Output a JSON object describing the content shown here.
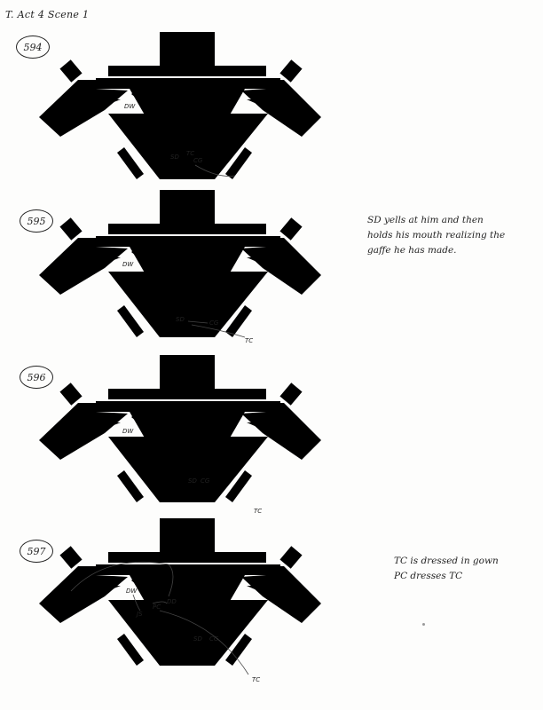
{
  "header": {
    "title": "T. Act 4 Scene 1"
  },
  "panels": [
    {
      "number": "594",
      "labels": [
        "SD",
        "TC",
        "CG",
        "DW"
      ],
      "note_lines": []
    },
    {
      "number": "595",
      "labels": [
        "SD",
        "CG",
        "TC",
        "DW"
      ],
      "note_lines": [
        "SD yells at him and then",
        "holds his mouth realizing the",
        "gaffe he has made."
      ]
    },
    {
      "number": "596",
      "labels": [
        "SD",
        "CG",
        "TC",
        "DW"
      ],
      "note_lines": []
    },
    {
      "number": "597",
      "labels": [
        "SD",
        "CG",
        "TC",
        "JS",
        "PC",
        "DD",
        "DW"
      ],
      "note_lines": [
        "TC is dressed in gown",
        "PC dresses TC"
      ]
    }
  ]
}
